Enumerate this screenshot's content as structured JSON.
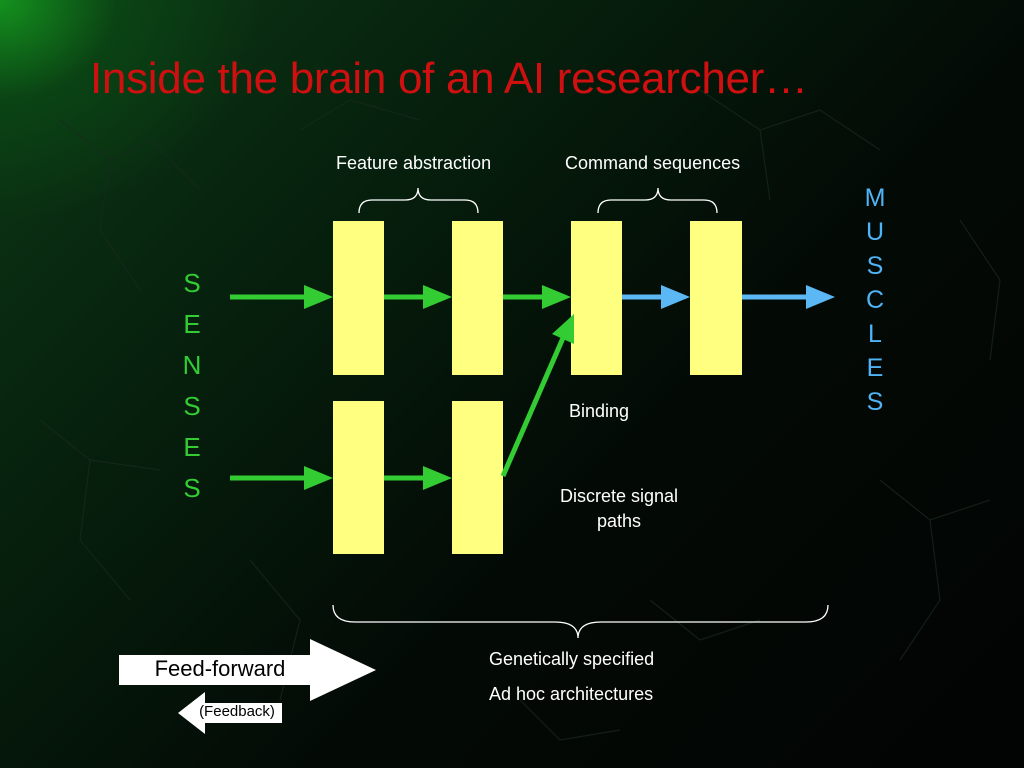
{
  "slide": {
    "title": "Inside the brain of an AI researcher…"
  },
  "labels": {
    "feature_abstraction": "Feature abstraction",
    "command_sequences": "Command sequences",
    "binding": "Binding",
    "discrete_line1": "Discrete signal",
    "discrete_line2": "paths",
    "genetically": "Genetically specified",
    "adhoc": "Ad hoc architectures"
  },
  "senses_letters": [
    "S",
    "E",
    "N",
    "S",
    "E",
    "S"
  ],
  "muscles_letters": [
    "M",
    "U",
    "S",
    "C",
    "L",
    "E",
    "S"
  ],
  "legend": {
    "feed_forward": "Feed-forward",
    "feedback": "(Feedback)"
  },
  "colors": {
    "title": "#d01010",
    "green_arrow": "#33cc33",
    "blue_arrow": "#5bb8f5",
    "box": "#ffff80"
  }
}
